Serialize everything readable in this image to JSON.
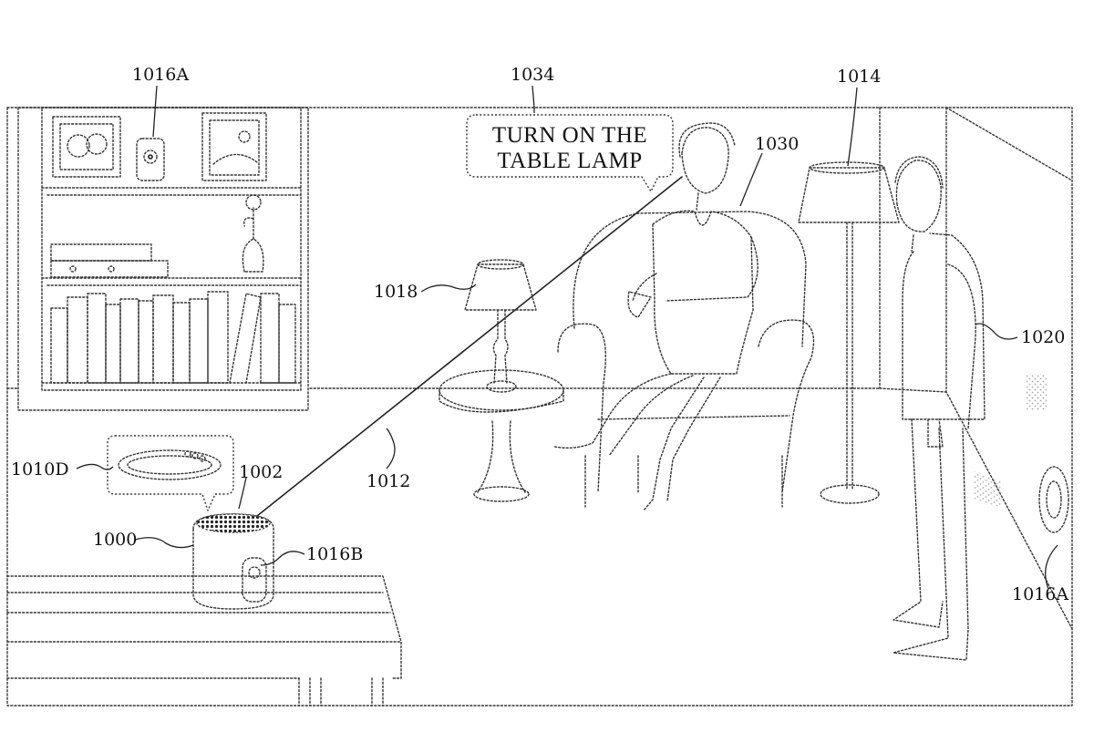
{
  "speech_bubble": {
    "line1": "TURN ON THE",
    "line2": "TABLE LAMP"
  },
  "labels": {
    "l_1016A_top": "1016A",
    "l_1034": "1034",
    "l_1014": "1014",
    "l_1030": "1030",
    "l_1018": "1018",
    "l_1020": "1020",
    "l_1010D": "1010D",
    "l_1002": "1002",
    "l_1012": "1012",
    "l_1000": "1000",
    "l_1016B": "1016B",
    "l_1016A_right": "1016A"
  }
}
